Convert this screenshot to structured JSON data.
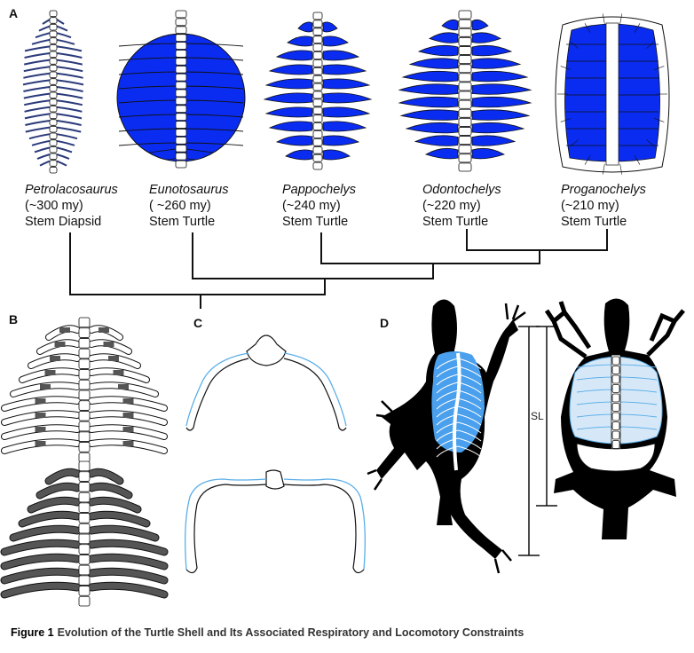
{
  "panels": {
    "a": "A",
    "b": "B",
    "c": "C",
    "d": "D"
  },
  "taxa": [
    {
      "genus": "Petrolacosaurus",
      "age": "(~300 my)",
      "group": "Stem Diapsid"
    },
    {
      "genus": "Eunotosaurus",
      "age": "( ~260 my)",
      "group": "Stem Turtle"
    },
    {
      "genus": "Pappochelys",
      "age": "(~240 my)",
      "group": "Stem Turtle"
    },
    {
      "genus": "Odontochelys",
      "age": "(~220 my)",
      "group": "Stem Turtle"
    },
    {
      "genus": "Proganochelys",
      "age": "(~210 my)",
      "group": "Stem Turtle"
    }
  ],
  "scale_label": "SL",
  "caption": {
    "figure": "Figure 1",
    "title": "Evolution of the Turtle Shell and Its Associated Respiratory and Locomotory Constraints"
  },
  "colors": {
    "rib_blue": "#0a2cf0",
    "dark_rib": "#2a3a7a",
    "light_blue": "#5aaee8",
    "pale_blue": "#d6e8f8",
    "grey": "#555555",
    "black": "#000000"
  },
  "icons": [
    "skeleton-petrolacosaurus",
    "skeleton-eunotosaurus",
    "skeleton-pappochelys",
    "skeleton-odontochelys",
    "shell-proganochelys",
    "rib-cage-sketch",
    "rib-cross-section",
    "lizard-silhouette",
    "turtle-silhouette"
  ]
}
